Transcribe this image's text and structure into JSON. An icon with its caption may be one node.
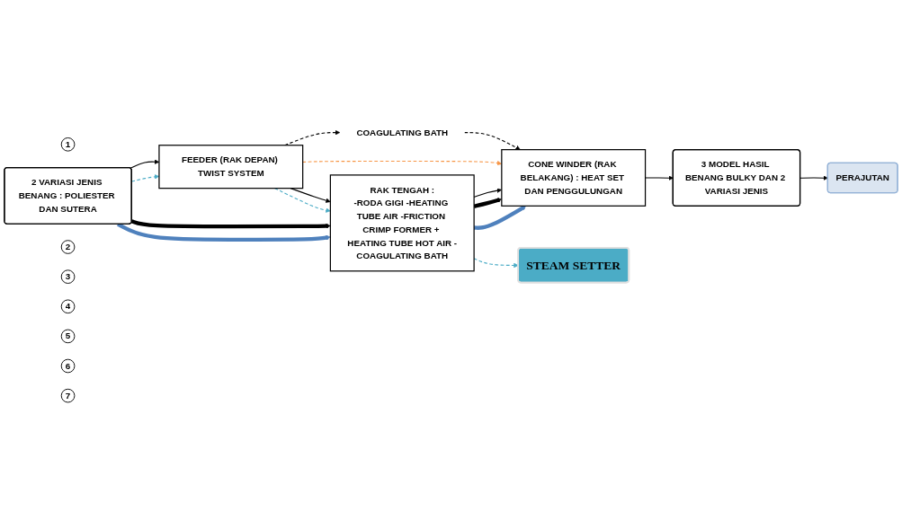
{
  "diagram": {
    "nodes": [
      {
        "text": [
          "1"
        ]
      },
      {
        "text": [
          "2 VARIASI JENIS BENANG : POLIESTER DAN SUTERA"
        ]
      },
      {
        "text": [
          "2"
        ]
      },
      {
        "text": [
          "FEEDER (RAK DEPAN) TWIST SYSTEM"
        ]
      },
      {
        "text": [
          "3"
        ]
      },
      {
        "text": [
          "RAK TENGAH :",
          "-RODA GIGI -HEATING TUBE AIR -FRICTION CRIMP FORMER + HEATING TUBE HOT AIR -COAGULATING BATH"
        ]
      },
      {
        "text": [
          "COAGULATING BATH"
        ]
      },
      {
        "text": [
          "4"
        ]
      },
      {
        "text": [
          "CONE WINDER (RAK BELAKANG) : HEAT SET DAN PENGGULUNGAN"
        ]
      },
      {
        "text": [
          "5"
        ]
      },
      {
        "text": [
          "6"
        ]
      },
      {
        "text": [
          "3 MODEL HASIL BENANG BULKY DAN 2 VARIASI JENIS"
        ]
      },
      {
        "text": [
          "PERAJUTAN"
        ]
      },
      {
        "text": [
          "7"
        ]
      },
      {
        "text": [
          "STEAM SETTER"
        ]
      }
    ],
    "edges": [
      {
        "from": 1,
        "to": 3,
        "arrow": "to"
      },
      {
        "from": 1,
        "to": 3,
        "arrow": "to",
        "style": "dashed",
        "color": "#4bacc6"
      },
      {
        "from": 1,
        "to": 5,
        "arrow": "to",
        "style": "thick"
      },
      {
        "from": 1,
        "to": 5,
        "arrow": "to",
        "style": "thick",
        "color": "#4f81bd"
      },
      {
        "from": 3,
        "to": 6,
        "arrow": "to",
        "style": "dashed"
      },
      {
        "from": 6,
        "to": 8,
        "arrow": "to",
        "style": "dashed"
      },
      {
        "from": 3,
        "to": 8,
        "arrow": "to",
        "style": "dashed",
        "color": "#f79646"
      },
      {
        "from": 3,
        "to": 5,
        "arrow": "to"
      },
      {
        "from": 3,
        "to": 5,
        "arrow": "to",
        "style": "dashed",
        "color": "#4bacc6"
      },
      {
        "from": 5,
        "to": 8,
        "arrow": "to"
      },
      {
        "from": 5,
        "to": 8,
        "arrow": "to",
        "style": "thick"
      },
      {
        "from": 5,
        "to": 8,
        "arrow": "to",
        "style": "thick",
        "color": "#4f81bd"
      },
      {
        "from": 5,
        "to": 14,
        "arrow": "to",
        "style": "dashed",
        "color": "#4bacc6"
      },
      {
        "from": 8,
        "to": 11,
        "arrow": "to"
      },
      {
        "from": 11,
        "to": 12,
        "arrow": "to"
      }
    ]
  }
}
